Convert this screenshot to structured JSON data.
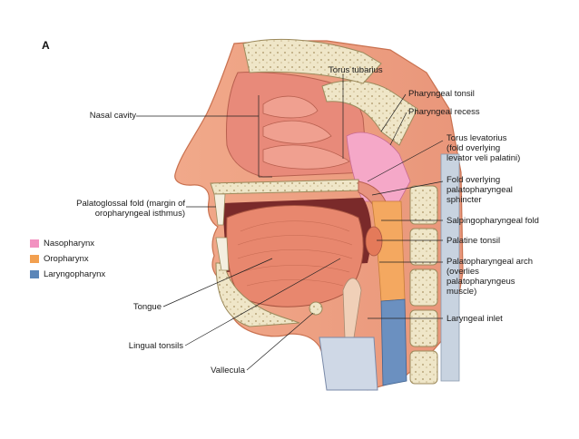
{
  "figure_letter": "A",
  "labels": {
    "torus_tubarius": "Torus tubarius",
    "pharyngeal_tonsil": "Pharyngeal tonsil",
    "nasal_cavity": "Nasal cavity",
    "pharyngeal_recess": "Pharyngeal recess",
    "torus_levatorius": "Torus levatorius\n(fold overlying\nlevator veli palatini)",
    "fold_palatopharyngeal": "Fold overlying\npalatopharyngeal\nsphincter",
    "palatoglossal_fold": "Palatoglossal fold (margin of\noropharyngeal isthmus)",
    "salpingopharyngeal_fold": "Salpingopharyngeal fold",
    "palatine_tonsil": "Palatine tonsil",
    "palatopharyngeal_arch": "Palatopharyngeal arch\n(overlies\npalatopharyngeus\nmuscle)",
    "tongue": "Tongue",
    "laryngeal_inlet": "Laryngeal inlet",
    "lingual_tonsils": "Lingual tonsils",
    "vallecula": "Vallecula"
  },
  "legend": [
    {
      "label": "Nasopharynx",
      "color": "#f291c0"
    },
    {
      "label": "Oropharynx",
      "color": "#f2a050"
    },
    {
      "label": "Laryngopharynx",
      "color": "#5b86b8"
    }
  ]
}
